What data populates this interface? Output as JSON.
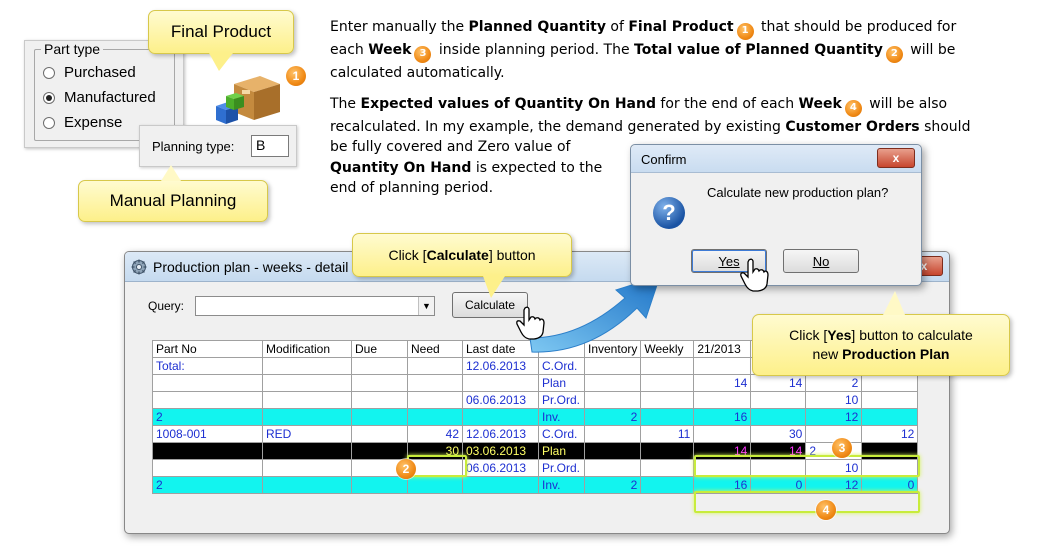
{
  "part_type": {
    "legend": "Part type",
    "options": [
      "Purchased",
      "Manufactured",
      "Expense"
    ],
    "selected": "Manufactured"
  },
  "planning_type": {
    "label": "Planning type:",
    "value": "B"
  },
  "callouts": {
    "final_product": "Final Product",
    "manual_planning": "Manual Planning",
    "calc_prefix": "Click [",
    "calc_bold": "Calculate",
    "calc_suffix": "] button",
    "yes_prefix": "Click [",
    "yes_bold": "Yes",
    "yes_mid": "] button to calculate",
    "yes_line2_prefix": "new ",
    "yes_bold2": "Production Plan"
  },
  "badges": [
    "1",
    "2",
    "3",
    "4"
  ],
  "description": {
    "p1_a": "Enter manually the ",
    "p1_b": "Planned Quantity",
    "p1_c": " of ",
    "p1_d": "Final Product",
    "p1_e": " that should be produced for",
    "p1_f": "each ",
    "p1_g": "Week",
    "p1_h": " inside planning period.  The ",
    "p1_i": "Total value of Planned Quantity",
    "p1_j": " will be",
    "p1_k": "calculated automatically.",
    "p2_a": "The ",
    "p2_b": "Expected values of Quantity On Hand",
    "p2_c": " for the end of each ",
    "p2_d": "Week",
    "p2_e": " will be also",
    "p2_f": "recalculated.  In my example, the demand generated by existing ",
    "p2_g": "Customer Orders",
    "p2_h": " should",
    "p2_i": "be fully covered and Zero value of",
    "p2_j": "Quantity On Hand",
    "p2_k": " is expected to the",
    "p2_l": "end of planning period."
  },
  "window": {
    "title": "Production plan - weeks - detail",
    "close": "x",
    "query_label": "Query:",
    "query_value": "",
    "calculate_label": "Calculate"
  },
  "grid": {
    "headers": [
      "Part No",
      "Modification",
      "Due",
      "Need",
      "Last date",
      "",
      "Inventory",
      "Weekly",
      "21/2013",
      "",
      "",
      ""
    ],
    "rows": [
      [
        "Total:",
        "",
        "",
        "",
        "12.06.2013",
        "C.Ord.",
        "",
        "",
        "",
        "",
        "",
        ""
      ],
      [
        "",
        "",
        "",
        "",
        "",
        "Plan",
        "",
        "",
        "14",
        "14",
        "2",
        ""
      ],
      [
        "",
        "",
        "",
        "",
        "06.06.2013",
        "Pr.Ord.",
        "",
        "",
        "",
        "",
        "10",
        ""
      ],
      [
        "2",
        "",
        "",
        "",
        "",
        "Inv.",
        "2",
        "",
        "16",
        "",
        "12",
        ""
      ],
      [
        "1008-001",
        "RED",
        "",
        "42",
        "12.06.2013",
        "C.Ord.",
        "",
        "11",
        "",
        "30",
        "",
        "12"
      ],
      [
        "",
        "",
        "",
        "30",
        "03.06.2013",
        "Plan",
        "",
        "",
        "14",
        "14",
        "2",
        ""
      ],
      [
        "",
        "",
        "",
        "",
        "06.06.2013",
        "Pr.Ord.",
        "",
        "",
        "",
        "",
        "10",
        ""
      ],
      [
        "2",
        "",
        "",
        "",
        "",
        "Inv.",
        "2",
        "",
        "16",
        "0",
        "12",
        "0"
      ]
    ]
  },
  "confirm": {
    "title": "Confirm",
    "close": "x",
    "message": "Calculate new production plan?",
    "yes_label": "Yes",
    "no_label": "No"
  }
}
